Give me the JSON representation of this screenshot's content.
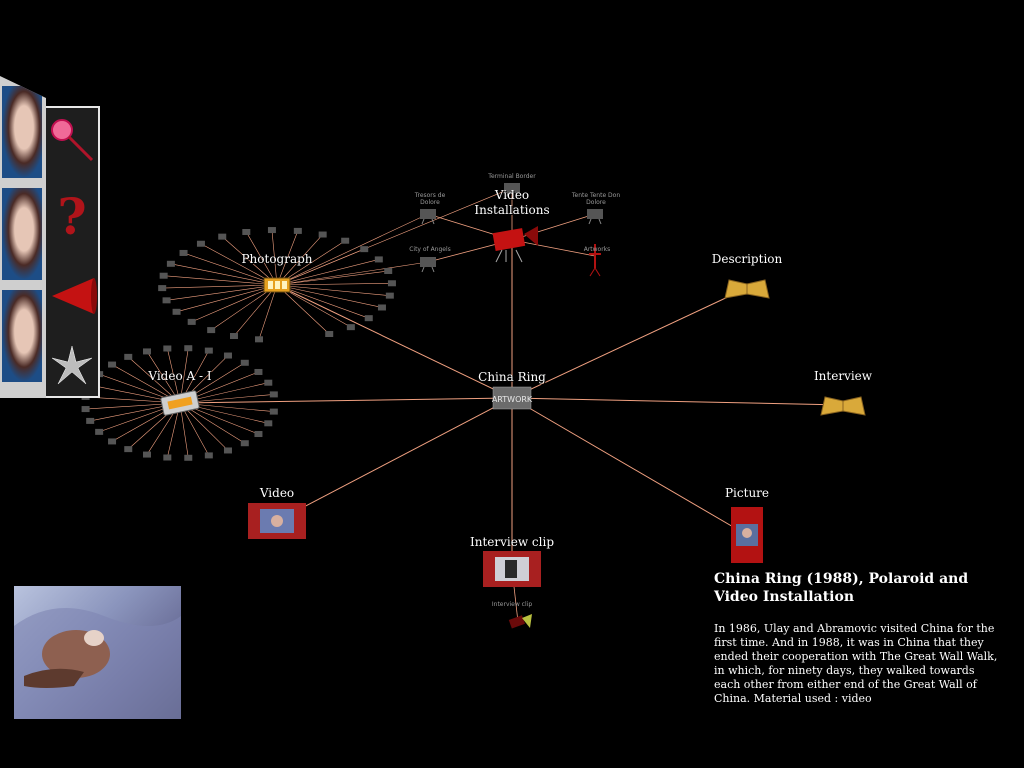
{
  "nodes": {
    "center": {
      "label": "China Ring",
      "badge": "ARTWORK"
    },
    "video_installations": {
      "label": "Video\nInstallations"
    },
    "description": {
      "label": "Description"
    },
    "interview": {
      "label": "Interview"
    },
    "picture": {
      "label": "Picture"
    },
    "interview_clip": {
      "label": "Interview clip",
      "sub_label": "Interview clip"
    },
    "video": {
      "label": "Video"
    },
    "video_a_i": {
      "label": "Video A - I"
    },
    "photograph": {
      "label": "Photograph"
    }
  },
  "installation_children": [
    {
      "label": "Terminal Border"
    },
    {
      "label": "Tresors de\nDolore"
    },
    {
      "label": "Tente Tente Don\nDolore"
    },
    {
      "label": "City of Angels"
    },
    {
      "label": "Artworks"
    }
  ],
  "info": {
    "title": "China Ring (1988), Polaroid and Video Installation",
    "body": "In 1986, Ulay and Abramovic visited China for the first time. And in 1988, it was in China that they ended their cooperation with The Great Wall Walk, in which, for ninety days, they walked towards each other from either end of the Great Wall of China. Material used : video"
  },
  "toolbar": {
    "tools": [
      {
        "name": "magnifier-tool",
        "icon": "magnifier-icon"
      },
      {
        "name": "help-tool",
        "icon": "question-mark-icon"
      },
      {
        "name": "back-tool",
        "icon": "back-cone-icon"
      },
      {
        "name": "reset-tool",
        "icon": "star-burst-icon"
      }
    ]
  },
  "colors": {
    "background": "#000000",
    "edge": "#f0a080",
    "accent_red": "#cc1111",
    "book": "#d9a93a"
  }
}
